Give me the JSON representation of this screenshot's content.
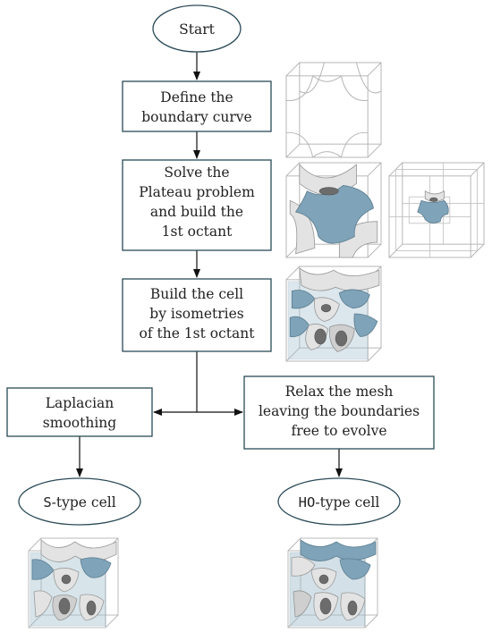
{
  "nodes": {
    "start": "Start",
    "define": [
      "Define the",
      "boundary curve"
    ],
    "solve": [
      "Solve the",
      "Plateau problem",
      "and build the",
      "1st octant"
    ],
    "build": [
      "Build the cell",
      "by isometries",
      "of the 1st octant"
    ],
    "laplacian": [
      "Laplacian",
      "smoothing"
    ],
    "relax": [
      "Relax the mesh",
      "leaving the boundaries",
      "free to evolve"
    ],
    "s_type_prefix": "S",
    "s_type_suffix": "-type cell",
    "ho_type_prefix": "HO",
    "ho_type_suffix": "-type cell"
  },
  "colors": {
    "box_stroke": "#2a4a57",
    "surface_blue": "#7fa3b8",
    "surface_grey": "#e3e3e3",
    "cube_edge": "#b4b4b4"
  }
}
